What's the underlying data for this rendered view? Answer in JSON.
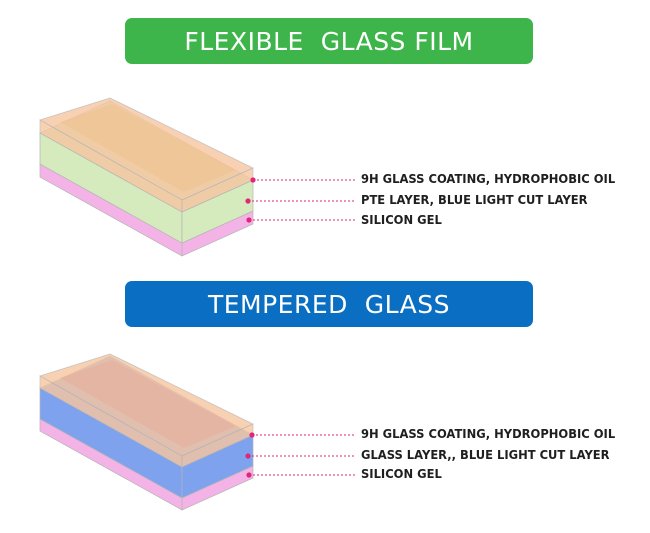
{
  "colors": {
    "flexible_banner": "#3db54a",
    "tempered_banner": "#0a6fc2",
    "coating_layer": "#f7c6a2",
    "pte_layer": "#d5eabd",
    "glass_layer": "#7fa2ee",
    "silicon_gel_layer": "#f4b3e6",
    "leader_dot": "#e0267a"
  },
  "sections": [
    {
      "title": "FLEXIBLE  GLASS FILM",
      "layers": [
        {
          "label": "9H GLASS COATING, HYDROPHOBIC OIL"
        },
        {
          "label": "PTE LAYER, BLUE LIGHT CUT LAYER"
        },
        {
          "label": "SILICON GEL"
        }
      ]
    },
    {
      "title": "TEMPERED  GLASS",
      "layers": [
        {
          "label": "9H GLASS COATING, HYDROPHOBIC OIL"
        },
        {
          "label": "GLASS LAYER,, BLUE LIGHT CUT LAYER"
        },
        {
          "label": "SILICON GEL"
        }
      ]
    }
  ]
}
